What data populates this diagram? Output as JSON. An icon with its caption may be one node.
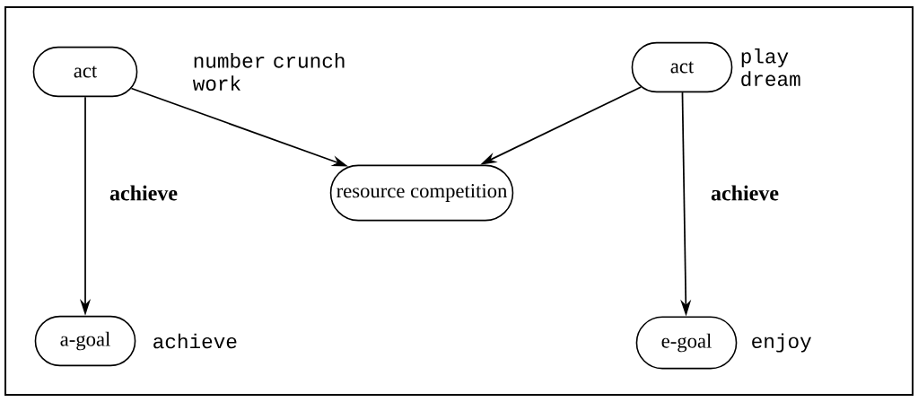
{
  "diagram": {
    "nodes": [
      {
        "text": [
          "act"
        ],
        "beside": [
          "number crunch work"
        ]
      },
      {
        "text": [
          "act"
        ],
        "beside": [
          "play dream"
        ]
      },
      {
        "text": [
          "resource competition"
        ]
      },
      {
        "text": [
          "a-goal"
        ],
        "beside": [
          "achieve"
        ]
      },
      {
        "text": [
          "e-goal"
        ],
        "beside": [
          "enjoy"
        ]
      }
    ],
    "edges": [
      {
        "from": 0,
        "to": 3,
        "arrow": "to",
        "label": "achieve"
      },
      {
        "from": 0,
        "to": 2,
        "arrow": "to"
      },
      {
        "from": 1,
        "to": 2,
        "arrow": "to"
      },
      {
        "from": 1,
        "to": 4,
        "arrow": "to",
        "label": "achieve"
      }
    ]
  }
}
